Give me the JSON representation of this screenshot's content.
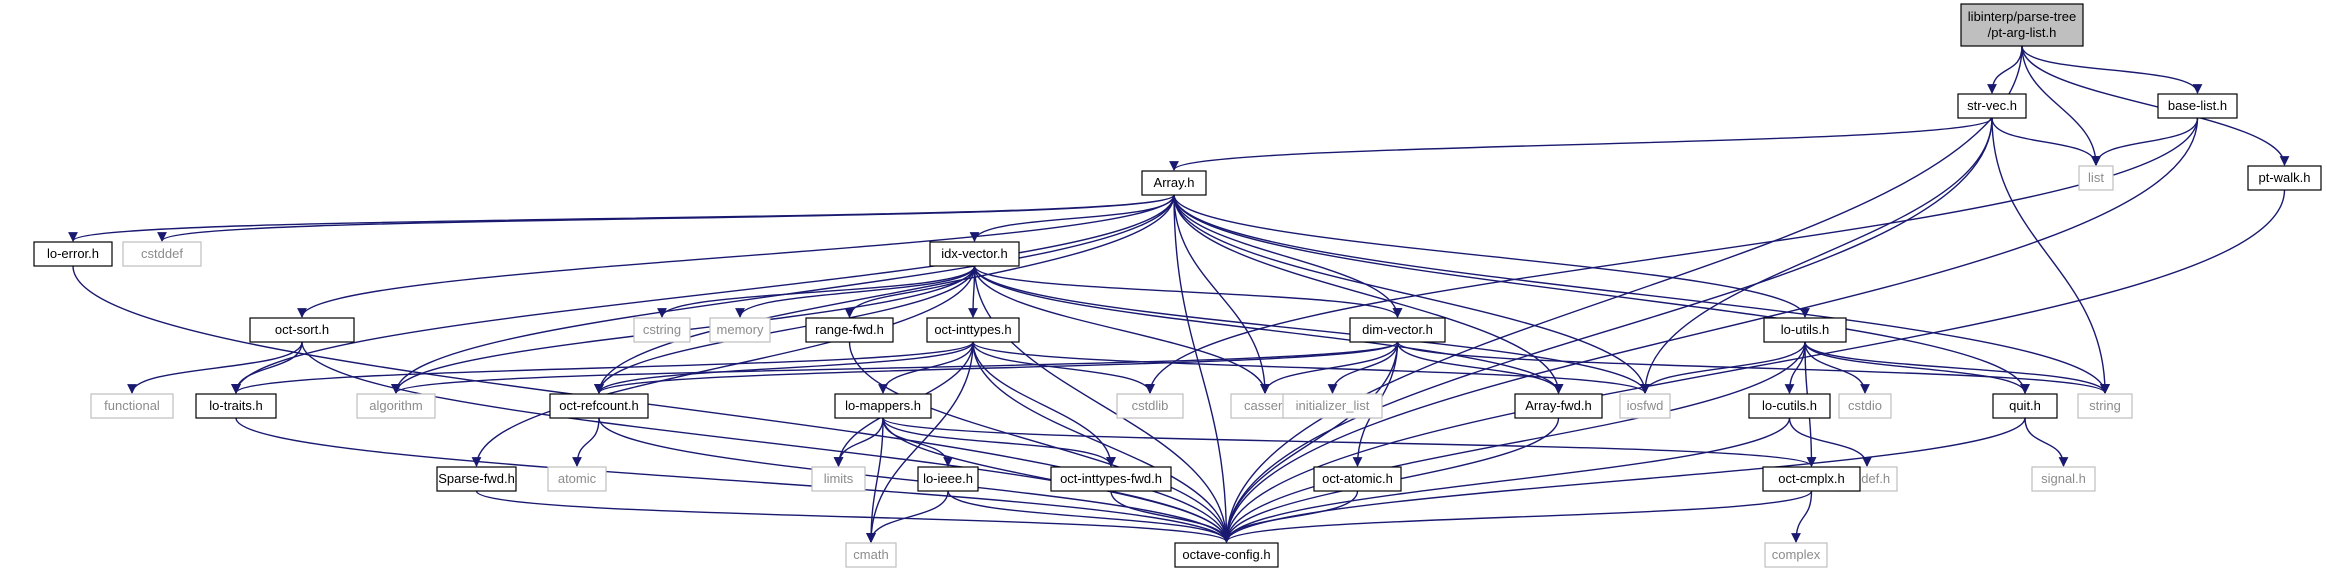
{
  "graph": {
    "nodes": [
      {
        "id": "pt-arg-list",
        "lines": [
          "libinterp/parse-tree",
          "/pt-arg-list.h"
        ],
        "style": "root"
      },
      {
        "id": "str-vec",
        "lines": [
          "str-vec.h"
        ],
        "style": "normal"
      },
      {
        "id": "list",
        "lines": [
          "list"
        ],
        "style": "system"
      },
      {
        "id": "base-list",
        "lines": [
          "base-list.h"
        ],
        "style": "normal"
      },
      {
        "id": "pt-walk",
        "lines": [
          "pt-walk.h"
        ],
        "style": "normal"
      },
      {
        "id": "array",
        "lines": [
          "Array.h"
        ],
        "style": "normal"
      },
      {
        "id": "lo-error",
        "lines": [
          "lo-error.h"
        ],
        "style": "normal"
      },
      {
        "id": "cstddef",
        "lines": [
          "cstddef"
        ],
        "style": "system"
      },
      {
        "id": "idx-vector",
        "lines": [
          "idx-vector.h"
        ],
        "style": "normal"
      },
      {
        "id": "oct-sort",
        "lines": [
          "oct-sort.h"
        ],
        "style": "normal"
      },
      {
        "id": "functional",
        "lines": [
          "functional"
        ],
        "style": "system"
      },
      {
        "id": "lo-traits",
        "lines": [
          "lo-traits.h"
        ],
        "style": "normal"
      },
      {
        "id": "algorithm",
        "lines": [
          "algorithm"
        ],
        "style": "system"
      },
      {
        "id": "cstring",
        "lines": [
          "cstring"
        ],
        "style": "system"
      },
      {
        "id": "memory",
        "lines": [
          "memory"
        ],
        "style": "system"
      },
      {
        "id": "range-fwd",
        "lines": [
          "range-fwd.h"
        ],
        "style": "normal"
      },
      {
        "id": "oct-inttypes",
        "lines": [
          "oct-inttypes.h"
        ],
        "style": "normal"
      },
      {
        "id": "sparse-fwd",
        "lines": [
          "Sparse-fwd.h"
        ],
        "style": "normal"
      },
      {
        "id": "oct-refcount",
        "lines": [
          "oct-refcount.h"
        ],
        "style": "normal"
      },
      {
        "id": "atomic",
        "lines": [
          "atomic"
        ],
        "style": "system"
      },
      {
        "id": "lo-mappers",
        "lines": [
          "lo-mappers.h"
        ],
        "style": "normal"
      },
      {
        "id": "limits",
        "lines": [
          "limits"
        ],
        "style": "system"
      },
      {
        "id": "lo-ieee",
        "lines": [
          "lo-ieee.h"
        ],
        "style": "normal"
      },
      {
        "id": "cmath",
        "lines": [
          "cmath"
        ],
        "style": "system"
      },
      {
        "id": "oct-inttypes-fwd",
        "lines": [
          "oct-inttypes-fwd.h"
        ],
        "style": "normal"
      },
      {
        "id": "cstdlib",
        "lines": [
          "cstdlib"
        ],
        "style": "system"
      },
      {
        "id": "cassert",
        "lines": [
          "cassert"
        ],
        "style": "system"
      },
      {
        "id": "dim-vector",
        "lines": [
          "dim-vector.h"
        ],
        "style": "normal"
      },
      {
        "id": "initializer-list",
        "lines": [
          "initializer_list"
        ],
        "style": "system"
      },
      {
        "id": "oct-atomic",
        "lines": [
          "oct-atomic.h"
        ],
        "style": "normal"
      },
      {
        "id": "array-fwd",
        "lines": [
          "Array-fwd.h"
        ],
        "style": "normal"
      },
      {
        "id": "iosfwd",
        "lines": [
          "iosfwd"
        ],
        "style": "system"
      },
      {
        "id": "lo-utils",
        "lines": [
          "lo-utils.h"
        ],
        "style": "normal"
      },
      {
        "id": "lo-cutils",
        "lines": [
          "lo-cutils.h"
        ],
        "style": "normal"
      },
      {
        "id": "cstdio",
        "lines": [
          "cstdio"
        ],
        "style": "system"
      },
      {
        "id": "stddef",
        "lines": [
          "stddef.h"
        ],
        "style": "system"
      },
      {
        "id": "oct-cmplx",
        "lines": [
          "oct-cmplx.h"
        ],
        "style": "normal"
      },
      {
        "id": "complex",
        "lines": [
          "complex"
        ],
        "style": "system"
      },
      {
        "id": "quit",
        "lines": [
          "quit.h"
        ],
        "style": "normal"
      },
      {
        "id": "signal",
        "lines": [
          "signal.h"
        ],
        "style": "system"
      },
      {
        "id": "string",
        "lines": [
          "string"
        ],
        "style": "system"
      },
      {
        "id": "octave-config",
        "lines": [
          "octave-config.h"
        ],
        "style": "normal"
      }
    ],
    "edges": [
      [
        "pt-arg-list",
        "octave-config"
      ],
      [
        "pt-arg-list",
        "str-vec"
      ],
      [
        "pt-arg-list",
        "list"
      ],
      [
        "pt-arg-list",
        "base-list"
      ],
      [
        "pt-arg-list",
        "pt-walk"
      ],
      [
        "str-vec",
        "array"
      ],
      [
        "str-vec",
        "list"
      ],
      [
        "str-vec",
        "iosfwd"
      ],
      [
        "str-vec",
        "string"
      ],
      [
        "str-vec",
        "octave-config"
      ],
      [
        "base-list",
        "list"
      ],
      [
        "base-list",
        "cstdlib"
      ],
      [
        "base-list",
        "octave-config"
      ],
      [
        "pt-walk",
        "octave-config"
      ],
      [
        "array",
        "lo-error"
      ],
      [
        "array",
        "cstddef"
      ],
      [
        "array",
        "idx-vector"
      ],
      [
        "array",
        "oct-sort"
      ],
      [
        "array",
        "lo-traits"
      ],
      [
        "array",
        "algorithm"
      ],
      [
        "array",
        "oct-refcount"
      ],
      [
        "array",
        "cassert"
      ],
      [
        "array",
        "dim-vector"
      ],
      [
        "array",
        "array-fwd"
      ],
      [
        "array",
        "iosfwd"
      ],
      [
        "array",
        "lo-utils"
      ],
      [
        "array",
        "quit"
      ],
      [
        "array",
        "string"
      ],
      [
        "array",
        "octave-config"
      ],
      [
        "lo-error",
        "octave-config"
      ],
      [
        "idx-vector",
        "algorithm"
      ],
      [
        "idx-vector",
        "cstring"
      ],
      [
        "idx-vector",
        "memory"
      ],
      [
        "idx-vector",
        "range-fwd"
      ],
      [
        "idx-vector",
        "oct-inttypes"
      ],
      [
        "idx-vector",
        "sparse-fwd"
      ],
      [
        "idx-vector",
        "oct-refcount"
      ],
      [
        "idx-vector",
        "cassert"
      ],
      [
        "idx-vector",
        "dim-vector"
      ],
      [
        "idx-vector",
        "array-fwd"
      ],
      [
        "idx-vector",
        "iosfwd"
      ],
      [
        "idx-vector",
        "octave-config"
      ],
      [
        "oct-sort",
        "functional"
      ],
      [
        "oct-sort",
        "lo-traits"
      ],
      [
        "oct-sort",
        "octave-config"
      ],
      [
        "lo-traits",
        "octave-config"
      ],
      [
        "range-fwd",
        "octave-config"
      ],
      [
        "oct-inttypes",
        "lo-traits"
      ],
      [
        "oct-inttypes",
        "oct-refcount"
      ],
      [
        "oct-inttypes",
        "lo-mappers"
      ],
      [
        "oct-inttypes",
        "limits"
      ],
      [
        "oct-inttypes",
        "oct-inttypes-fwd"
      ],
      [
        "oct-inttypes",
        "cstdlib"
      ],
      [
        "oct-inttypes",
        "iosfwd"
      ],
      [
        "oct-inttypes",
        "cmath"
      ],
      [
        "oct-inttypes",
        "octave-config"
      ],
      [
        "sparse-fwd",
        "octave-config"
      ],
      [
        "oct-refcount",
        "atomic"
      ],
      [
        "oct-refcount",
        "octave-config"
      ],
      [
        "lo-mappers",
        "limits"
      ],
      [
        "lo-mappers",
        "lo-ieee"
      ],
      [
        "lo-mappers",
        "cmath"
      ],
      [
        "lo-mappers",
        "oct-inttypes-fwd"
      ],
      [
        "lo-mappers",
        "oct-cmplx"
      ],
      [
        "lo-mappers",
        "octave-config"
      ],
      [
        "lo-ieee",
        "cmath"
      ],
      [
        "lo-ieee",
        "octave-config"
      ],
      [
        "oct-inttypes-fwd",
        "octave-config"
      ],
      [
        "dim-vector",
        "algorithm"
      ],
      [
        "dim-vector",
        "oct-refcount"
      ],
      [
        "dim-vector",
        "cassert"
      ],
      [
        "dim-vector",
        "initializer-list"
      ],
      [
        "dim-vector",
        "oct-atomic"
      ],
      [
        "dim-vector",
        "array-fwd"
      ],
      [
        "dim-vector",
        "string"
      ],
      [
        "dim-vector",
        "octave-config"
      ],
      [
        "oct-atomic",
        "octave-config"
      ],
      [
        "array-fwd",
        "octave-config"
      ],
      [
        "lo-utils",
        "iosfwd"
      ],
      [
        "lo-utils",
        "lo-cutils"
      ],
      [
        "lo-utils",
        "cstdio"
      ],
      [
        "lo-utils",
        "oct-cmplx"
      ],
      [
        "lo-utils",
        "quit"
      ],
      [
        "lo-utils",
        "string"
      ],
      [
        "lo-utils",
        "octave-config"
      ],
      [
        "lo-cutils",
        "stddef"
      ],
      [
        "lo-cutils",
        "octave-config"
      ],
      [
        "oct-cmplx",
        "complex"
      ],
      [
        "oct-cmplx",
        "octave-config"
      ],
      [
        "quit",
        "signal"
      ],
      [
        "quit",
        "octave-config"
      ]
    ],
    "colors": {
      "edge": "#191970",
      "root_fill": "#bfbfbf",
      "normal_fill": "#ffffff",
      "normal_border": "#000000",
      "system_border": "#bfbfbf",
      "system_text": "#8c8c8c"
    }
  }
}
